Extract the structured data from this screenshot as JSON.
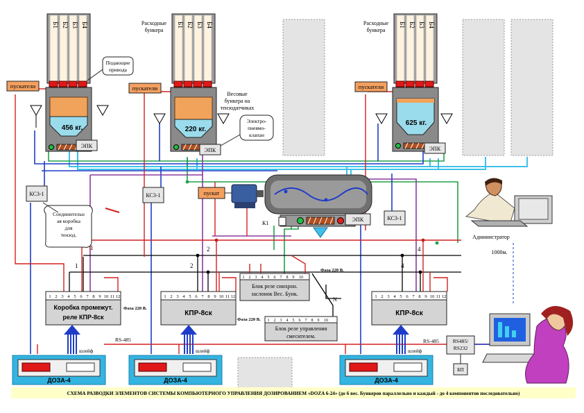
{
  "colors": {
    "hopper_fill": "#f1a35b",
    "hopper_body": "#9a9a9a",
    "hopper_outline": "#222222",
    "cone_fill": "#9bdcec",
    "wire_blue": "#1e3cc8",
    "wire_red": "#d42020",
    "wire_green": "#22a04a",
    "wire_cyan": "#3ec0e8",
    "wire_purple": "#8a3aa0",
    "wire_black": "#000000",
    "doza_border": "#34b4e0",
    "caption_bg": "#ffffc8",
    "placeholder": "#e4e4e4"
  },
  "group1": {
    "bins": [
      "Б1",
      "Б2",
      "Б3",
      "Б4"
    ],
    "label_drives": "Подающие привода",
    "starters": "пускатели",
    "weight": "456 кг.",
    "epk": "ЭПК",
    "ks3": "КС3-1",
    "note_junction": "Соединительн ая коробка для тензод."
  },
  "group2": {
    "label_consum": "Расходные бункера",
    "bins": [
      "Б1",
      "Б2",
      "Б3",
      "Б4"
    ],
    "starters": "пускатели",
    "weight": "220 кг.",
    "label_weigh": "Весовые бункера на тензодатчиках",
    "label_valve": "Электро- пневмо- клапан",
    "epk": "ЭПК",
    "ks3": "КС3-1"
  },
  "group3": {
    "label_consum": "Расходные бункера",
    "bins": [
      "Б1",
      "Б2",
      "Б3",
      "Б4"
    ],
    "starters": "пускатели",
    "weight": "625 кг.",
    "epk": "ЭПК",
    "ks3": "КС3-1"
  },
  "mixer": {
    "starter": "пускат",
    "k1": "К1",
    "epk": "ЭПК"
  },
  "admin": {
    "label": "Администратор",
    "distance": "1000м."
  },
  "boxes": {
    "junction_relay": "Коробка промежут. реле     КПР-8ск",
    "kpr2": "КПР-8ск",
    "kpr3": "КПР-8ск",
    "phase": "Фаза 220 В.",
    "relay_sync": "Блок реле синхрон. заслонок Вес. Бунк.",
    "relay_mixer": "Блок  реле управления смесителем.",
    "relay_phase": "Фаза 220 В.",
    "n_label": "N",
    "rs485_left": "RS-485",
    "rs485_right": "RS-485",
    "converter": "RS485/ RS232",
    "bp": "БП",
    "shleif": "шлейф"
  },
  "terminal_numbers": {
    "kpr": [
      "1",
      "2",
      "3",
      "4",
      "5",
      "6",
      "7",
      "8",
      "9",
      "10",
      "11",
      "12"
    ],
    "sync": [
      "1",
      "2",
      "3",
      "4",
      "5",
      "6",
      "7",
      "8",
      "9",
      "10"
    ],
    "mixer": [
      "1",
      "2",
      "3",
      "4",
      "5",
      "6",
      "7",
      "8",
      "9",
      "10"
    ]
  },
  "wire_numbers": {
    "one": "1",
    "two": "2",
    "four": "4"
  },
  "doza": [
    "ДОЗА-4",
    "ДОЗА-4",
    "ДОЗА-4"
  ],
  "caption": "СХЕМА РАЗВОДКИ  ЭЛЕМЕНТОВ  СИСТЕМЫ  КОМПЬЮТЕРНОГО  УПРАВЛЕНИЯ  ДОЗИРОВАНИЕМ «DOZA 6-24» (до 6 вес. Бункеров параллельно и каждый  - до 4 компонентов последовательно)"
}
